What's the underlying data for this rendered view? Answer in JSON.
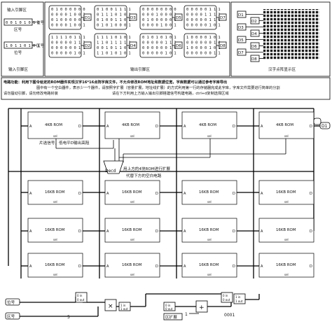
{
  "sections": {
    "input": "输入引脚区",
    "output": "输出引脚区",
    "display": "汉字点阵显示区",
    "input_sub": "输入引脚区"
  },
  "input_pins": {
    "zone_label": "区号",
    "pos_label": "位号",
    "zone_value": "0 0 1 0 1 0 1 0",
    "pos_value": "1 0 1 1 0 1 0 1"
  },
  "output_blocks": [
    {
      "top_label": "D1",
      "bottom_label": "D2",
      "rows": [
        "0 1 0 0 0 0 0 0",
        "0 0 0 0 1 0 0 1",
        "0 1 0 0 0 0 0 0",
        "0 0 0 0 1 0 0 1"
      ],
      "rows2": [
        "1 1 1 1 0 1 1 1",
        "0 0 0 0 0 1 1 1",
        "0 0 0 0 0 0 1 1",
        "0 0 0 0 0 1 0 1"
      ]
    },
    {
      "top_label": "D3",
      "bottom_label": "D4",
      "rows": [
        "0 1 0 0 1 1 1 1",
        "0 1 1 1 0 1 0 1",
        "0 1 0 0 1 1 0 1",
        "0 1 0 1 0 0 0 1"
      ],
      "rows2": [
        "1 1 1 1 0 1 0 1",
        "1 1 0 1 1 1 1 1",
        "0 0 1 0 1 1 0 0",
        "1 1 0 1 0 1 0 1"
      ]
    },
    {
      "top_label": "D5",
      "bottom_label": "D6",
      "rows": [
        "0 0 0 0 0 0 0 0",
        "0 0 0 1 0 0 0 1",
        "0 1 0 0 0 0 0 0",
        "0 0 0 0 1 0 0 1"
      ],
      "rows2": [
        "0 1 0 1 0 1 0 1",
        "0 0 0 0 0 1 1 1",
        "0 0 0 0 0 0 1 0",
        "0 0 0 0 0 1 0 1"
      ]
    },
    {
      "top_label": "D7",
      "bottom_label": "D8",
      "rows": [
        "0 0 0 0 0 1 1 1",
        "0 0 0 0 1 1 1 1",
        "0 0 0 0 0 1 1 0",
        "0 0 0 0 0 1 0 1"
      ],
      "rows2": [
        "1 0 0 0 0 1 0 1",
        "0 0 0 0 0 0 1 0",
        "1 0 0 0 0 1 0 1",
        "0 0 0 0 0 0 1 1"
      ]
    }
  ],
  "display_pins_left": [
    "D1",
    "D3",
    "D5",
    "D7"
  ],
  "display_pins_right": [
    "D2",
    "D4",
    "D6",
    "D8"
  ],
  "notes": {
    "line1": "电路功能：利用下图令给定的ROM器件实现汉字16*16点阵字库文件，不允许修改ROM地址和数据位宽，字库数据可以通过参考字库导出",
    "line2": "图中有一个空白器件，表示少一个器件，请按照字扩展（容量扩展，地址线扩展）的方式利用第一行的存储器完成此字库，字库文件需要进行简单的分割",
    "line3": "请勿擅动引脚，请勿修改电路封装",
    "line4": "请在下方利用上方输入输出引脚搭建信号构建电路，ctrl+d复制选择区域"
  },
  "rom_labels": {
    "big": "4KB ROM",
    "small": "16KB ROM",
    "sel": "sel",
    "addr": "A",
    "data": "D"
  },
  "annotations": {
    "chip_select": "片选信号，低电平D输出高阻",
    "expand1": "用上方的4块ROM进行扩展",
    "expand2": "代替下方的空白电路",
    "decoder": "Decd"
  },
  "out_pins": [
    "D1",
    "D1"
  ],
  "bottom": {
    "pos_label": "位号",
    "zone_label": "区号",
    "const_5": "5",
    "const_1": "1",
    "const_0001": "0001",
    "const_zone": "区扩展",
    "split_in": "0 in",
    "split_out": "0 out",
    "split_in2": "1 in",
    "split_out2": "1 out"
  }
}
